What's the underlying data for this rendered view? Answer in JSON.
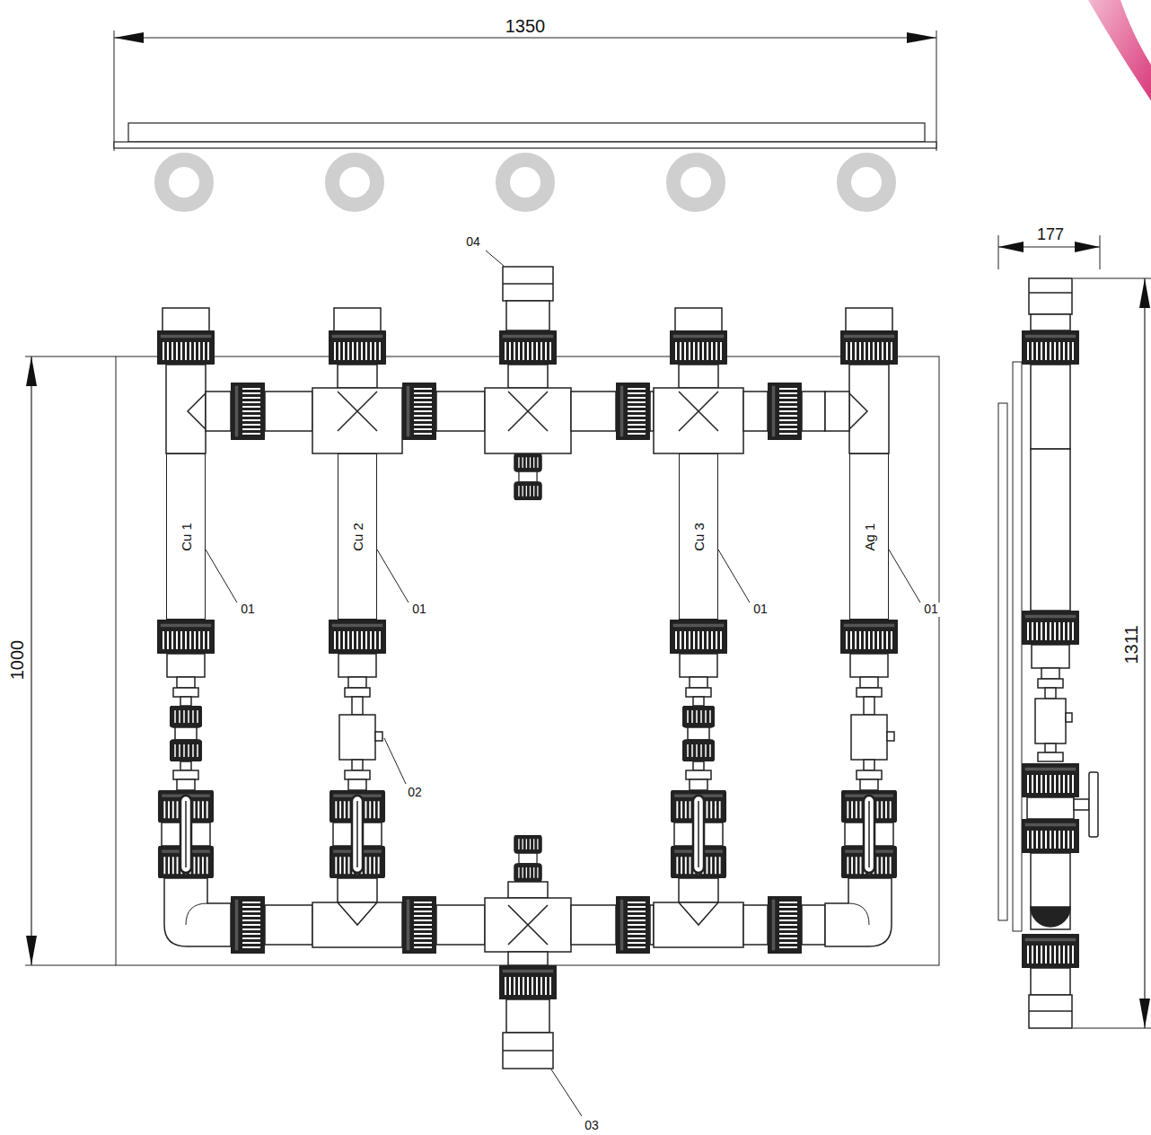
{
  "diagram": {
    "nodes": [
      {
        "text": [
          "Cu 1"
        ]
      },
      {
        "text": [
          "Cu 2"
        ]
      },
      {
        "text": [
          "Cu 3"
        ]
      },
      {
        "text": [
          "Ag 1"
        ]
      }
    ],
    "labels": [
      "1350",
      "177",
      "04",
      "1000",
      "1311",
      "01",
      "01",
      "01",
      "01",
      "02",
      "03"
    ]
  }
}
